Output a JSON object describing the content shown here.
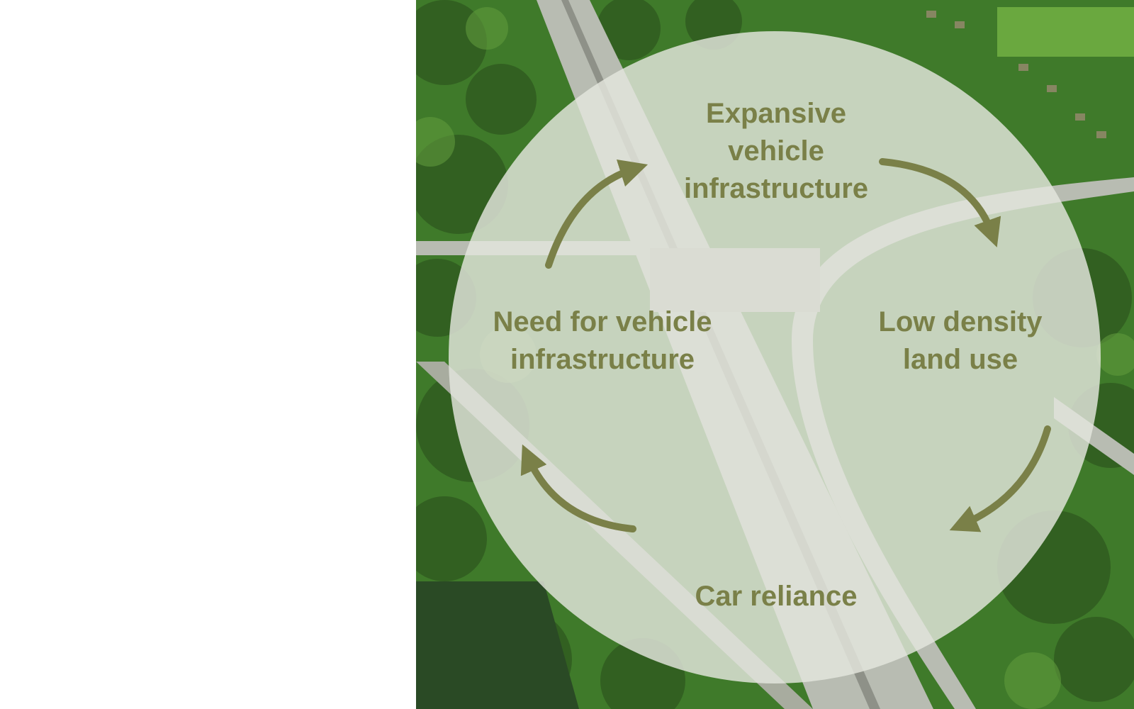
{
  "colors": {
    "forest_dark": "#2f5a1f",
    "forest_mid": "#3f7a2a",
    "forest_light": "#5f9a3c",
    "road": "#b8bcb2",
    "circle_fill": "#e4e6de",
    "text": "#7a8048",
    "arrow": "#7a8048",
    "background": "#ffffff"
  },
  "diagram": {
    "nodes": {
      "top": "Expansive\nvehicle\ninfrastructure",
      "right": "Low density\nland use",
      "bottom": "Car reliance",
      "left": "Need for vehicle\ninfrastructure"
    },
    "edges": [
      {
        "from": "top",
        "to": "right"
      },
      {
        "from": "right",
        "to": "bottom"
      },
      {
        "from": "bottom",
        "to": "left"
      },
      {
        "from": "left",
        "to": "top"
      }
    ]
  }
}
